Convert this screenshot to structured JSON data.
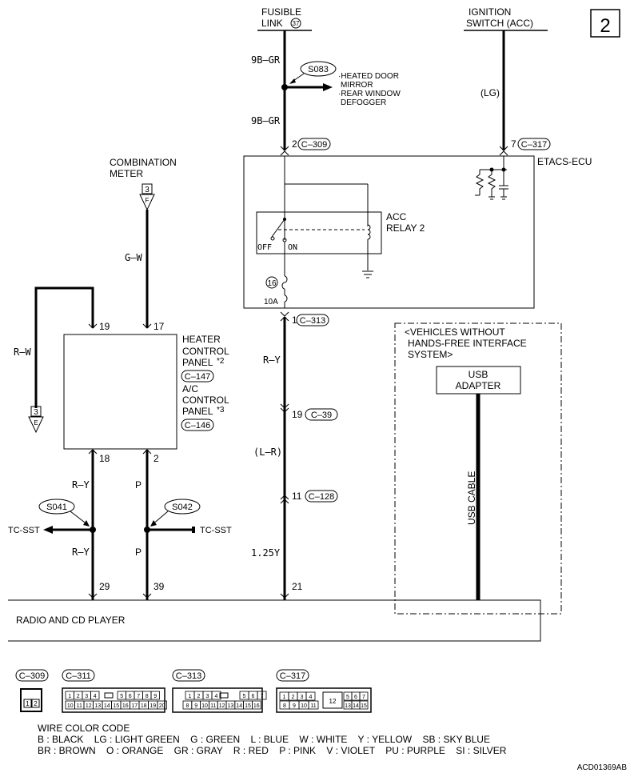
{
  "page_number": "2",
  "headers": {
    "fusible_link_1": "FUSIBLE",
    "fusible_link_2": "LINK",
    "fusible_link_num": "37",
    "ignition_1": "IGNITION",
    "ignition_2": "SWITCH (ACC)",
    "combination_1": "COMBINATION",
    "combination_2": "METER"
  },
  "splice_s083": {
    "id": "S083",
    "lines": [
      "·HEATED DOOR",
      "MIRROR",
      "·REAR WINDOW",
      "DEFOGGER"
    ]
  },
  "wires": {
    "w9bgr_top": "9B–GR",
    "w9bgr_bottom": "9B–GR",
    "lg": "(LG)",
    "gw": "G–W",
    "rw": "R–W",
    "ry_center": "R–Y",
    "lr": "(L–R)",
    "y125": "1.25Y",
    "ry_left_top": "R–Y",
    "ry_left_bottom": "R–Y",
    "p_top": "P",
    "p_bottom": "P"
  },
  "connectors": {
    "c309_pin": "2",
    "c309": "C–309",
    "c317_pin": "7",
    "c317": "C–317",
    "c313_pin": "1",
    "c313": "C–313",
    "c39_pin": "19",
    "c39": "C–39",
    "c128_pin": "11",
    "c128": "C–128"
  },
  "etacs": {
    "label": "ETACS-ECU",
    "relay_1": "ACC",
    "relay_2": "RELAY 2",
    "off": "OFF",
    "on": "ON",
    "fuse_num": "16",
    "fuse_amp": "10A"
  },
  "meter_terminal": "3",
  "meter_terminal_letter": "F",
  "ground_terminal": "3",
  "ground_terminal_letter": "E",
  "control_panel": {
    "pin_19": "19",
    "pin_17": "17",
    "pin_18": "18",
    "pin_2": "2",
    "line1": "HEATER",
    "line2": "CONTROL",
    "line3": "PANEL",
    "mark_2": "*2",
    "c147": "C–147",
    "line4": "A/C",
    "line5": "CONTROL",
    "line6": "PANEL",
    "mark_3": "*3",
    "c146": "C–146"
  },
  "splices_bottom": {
    "s041": "S041",
    "s042": "S042",
    "tc_left": "TC-SST",
    "tc_right": "TC-SST"
  },
  "radio": {
    "label": "RADIO AND CD PLAYER",
    "pin_29": "29",
    "pin_39": "39",
    "pin_21": "21"
  },
  "usb": {
    "box_1": "<VEHICLES WITHOUT",
    "box_2": "HANDS-FREE INTERFACE",
    "box_3": "SYSTEM>",
    "adapter_1": "USB",
    "adapter_2": "ADAPTER",
    "cable": "USB CABLE"
  },
  "connector_faces": {
    "c309": "C–309",
    "c311": "C–311",
    "c313": "C–313",
    "c317": "C–317",
    "c309_pins": [
      "1",
      "2"
    ],
    "c311_top": [
      "1",
      "2",
      "3",
      "4",
      "5",
      "6",
      "7",
      "8",
      "9"
    ],
    "c311_bottom": [
      "10",
      "11",
      "12",
      "13",
      "14",
      "15",
      "16",
      "17",
      "18",
      "19",
      "20"
    ],
    "c313_top": [
      "1",
      "2",
      "3",
      "4",
      "5",
      "6",
      "7"
    ],
    "c313_bottom": [
      "8",
      "9",
      "10",
      "11",
      "12",
      "13",
      "14",
      "15",
      "16"
    ],
    "c317_top_left": [
      "1",
      "2",
      "3",
      "4"
    ],
    "c317_bottom_left": [
      "8",
      "9",
      "10",
      "11"
    ],
    "c317_center": "12",
    "c317_top_right": [
      "5",
      "6",
      "7"
    ],
    "c317_bottom_right": [
      "13",
      "14",
      "15"
    ]
  },
  "legend": {
    "title": "WIRE COLOR CODE",
    "row1": "B : BLACK    LG : LIGHT GREEN    G : GREEN    L : BLUE    W : WHITE    Y : YELLOW    SB : SKY BLUE",
    "row2": "BR : BROWN    O : ORANGE    GR : GRAY    R : RED    P : PINK    V : VIOLET    PU : PURPLE    SI : SILVER"
  },
  "figure_id": "ACD01369AB"
}
